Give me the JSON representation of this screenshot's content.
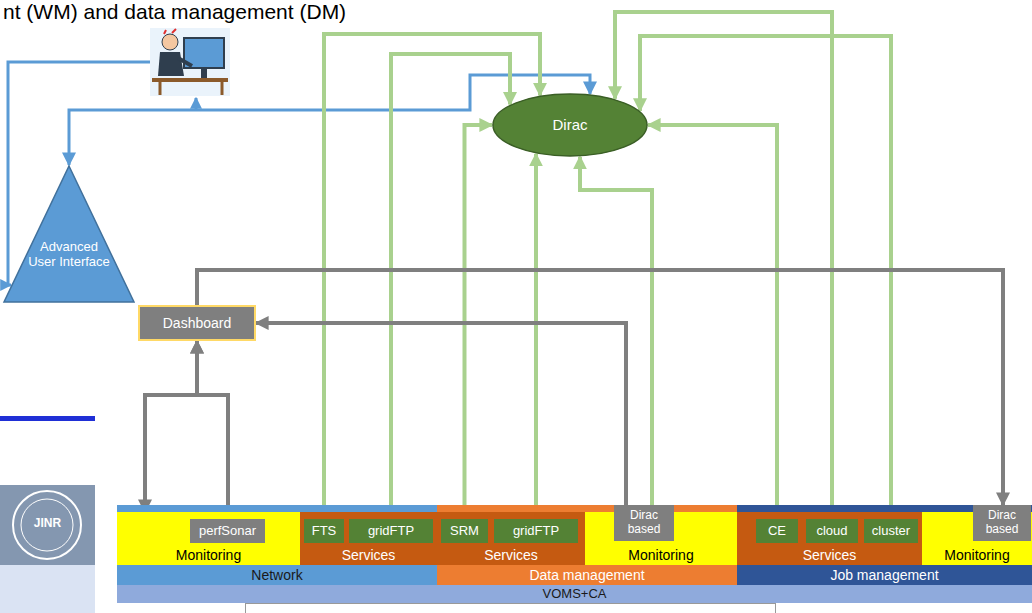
{
  "diagram": {
    "title": "nt (WM) and data management (DM)",
    "nodes": [
      {
        "text": [
          "Dirac"
        ]
      },
      {
        "text": [
          "Advanced User Interface"
        ]
      },
      {
        "text": [
          "Dashboard"
        ]
      },
      {
        "text": [
          "Network"
        ]
      },
      {
        "text": [
          "Monitoring"
        ],
        "in": 3
      },
      {
        "text": [
          "perfSonar"
        ],
        "in": 4
      },
      {
        "text": [
          "Services"
        ],
        "in": 3
      },
      {
        "text": [
          "FTS"
        ],
        "in": 6
      },
      {
        "text": [
          "gridFTP"
        ],
        "in": 6
      },
      {
        "text": [
          "Data management"
        ]
      },
      {
        "text": [
          "Services"
        ],
        "in": 9
      },
      {
        "text": [
          "SRM"
        ],
        "in": 10
      },
      {
        "text": [
          "gridFTP"
        ],
        "in": 10
      },
      {
        "text": [
          "Monitoring"
        ],
        "in": 9
      },
      {
        "text": [
          "Dirac based"
        ],
        "in": 13
      },
      {
        "text": [
          "Job management"
        ]
      },
      {
        "text": [
          "Services"
        ],
        "in": 15
      },
      {
        "text": [
          "CE"
        ],
        "in": 16
      },
      {
        "text": [
          "cloud"
        ],
        "in": 16
      },
      {
        "text": [
          "cluster"
        ],
        "in": 16
      },
      {
        "text": [
          "Monitoring"
        ],
        "in": 15
      },
      {
        "text": [
          "Dirac based"
        ],
        "in": 20
      },
      {
        "text": [
          "VOMS+CA"
        ]
      }
    ],
    "edges": [
      {
        "from": 1,
        "to": 0,
        "arrow": "both"
      },
      {
        "from": 7,
        "to": 0,
        "arrow": "to"
      },
      {
        "from": 8,
        "to": 0,
        "arrow": "to"
      },
      {
        "from": 11,
        "to": 0,
        "arrow": "to"
      },
      {
        "from": 12,
        "to": 0,
        "arrow": "to"
      },
      {
        "from": 14,
        "to": 0,
        "arrow": "to"
      },
      {
        "from": 17,
        "to": 0,
        "arrow": "to"
      },
      {
        "from": 18,
        "to": 0,
        "arrow": "to"
      },
      {
        "from": 19,
        "to": 0,
        "arrow": "to"
      },
      {
        "from": 14,
        "to": 2,
        "arrow": "to"
      },
      {
        "from": 2,
        "to": 4,
        "arrow": "both"
      },
      {
        "from": 2,
        "to": 5,
        "arrow": "both"
      },
      {
        "from": 2,
        "to": 21,
        "arrow": "to"
      }
    ],
    "labels": [
      "JINR"
    ]
  }
}
